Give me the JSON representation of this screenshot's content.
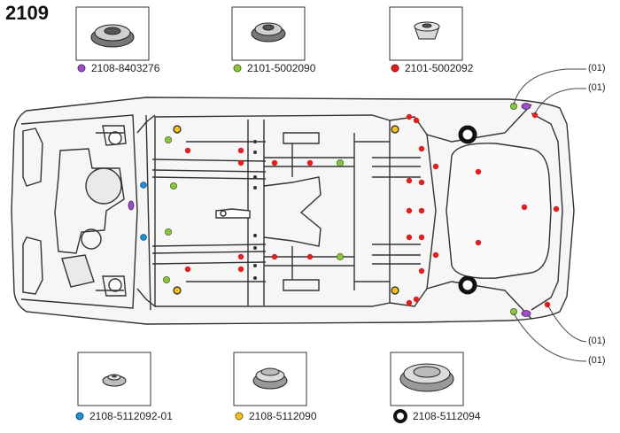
{
  "title": "2109",
  "plugs_top": [
    {
      "part": "2108-8403276",
      "color": "#9b4fc7"
    },
    {
      "part": "2101-5002090",
      "color": "#8cc63f"
    },
    {
      "part": "2101-5002092",
      "color": "#e02020"
    }
  ],
  "plugs_bottom": [
    {
      "part": "2108-5112092-01",
      "color": "#1e90d6"
    },
    {
      "part": "2108-5112090",
      "color": "#f2c21b"
    },
    {
      "part": "2108-5112094",
      "color": "#111111"
    }
  ],
  "callouts": [
    "(01)",
    "(01)",
    "(01)",
    "(01)"
  ]
}
